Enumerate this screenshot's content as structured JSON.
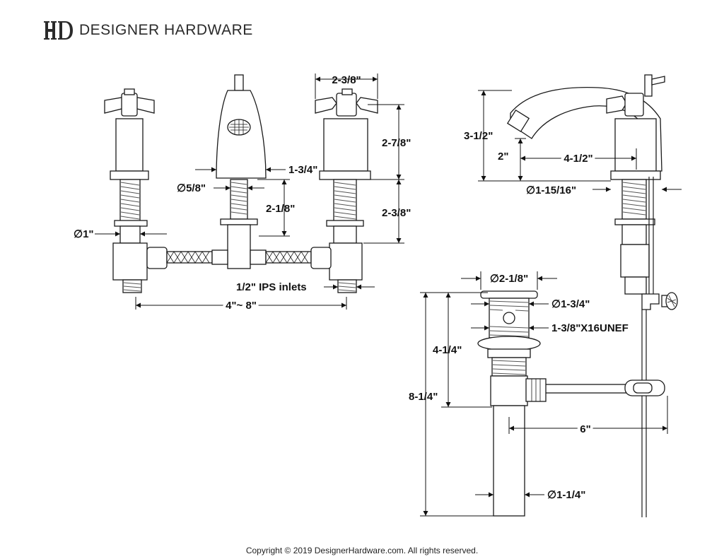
{
  "header": {
    "brand_name": "DESIGNER HARDWARE"
  },
  "footer": {
    "copyright": "Copyright © 2019 DesignerHardware.com. All rights reserved."
  },
  "dimensions": {
    "handle_width": "2-3/8\"",
    "handle_height": "2-7/8\"",
    "shank_length": "2-3/8\"",
    "spout_width": "1-3/4\"",
    "spout_shank_dia": "∅5/8\"",
    "spout_shank_length": "2-1/8\"",
    "valve_dia": "∅1\"",
    "inlets": "1/2\" IPS inlets",
    "center_spread": "4\"~ 8\"",
    "spout_height": "3-1/2\"",
    "spout_clearance": "2\"",
    "spout_reach": "4-1/2\"",
    "base_dia": "∅1-15/16\"",
    "drain_flange_dia": "∅2-1/8\"",
    "drain_body_dia": "∅1-3/4\"",
    "drain_thread": "1-3/8\"X16UNEF",
    "drain_upper_length": "4-1/4\"",
    "drain_total_length": "8-1/4\"",
    "lift_rod_length": "6\"",
    "tailpiece_dia": "∅1-1/4\""
  }
}
